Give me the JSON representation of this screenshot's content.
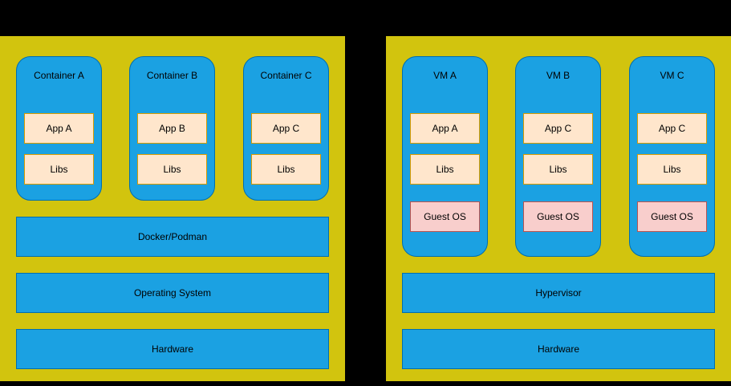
{
  "colors": {
    "bg": "#000000",
    "panel": "#d2c40e",
    "shape": "#1ba1e2",
    "shape-border": "#006eaf",
    "app-fill": "#ffe6cc",
    "app-border": "#d79b00",
    "guest-fill": "#f8cecc",
    "guest-border": "#b85450",
    "text": "#000000"
  },
  "left": {
    "containers": [
      {
        "title": "Container A",
        "app": "App A",
        "libs": "Libs"
      },
      {
        "title": "Container B",
        "app": "App B",
        "libs": "Libs"
      },
      {
        "title": "Container C",
        "app": "App C",
        "libs": "Libs"
      }
    ],
    "layers": [
      "Docker/Podman",
      "Operating System",
      "Hardware"
    ]
  },
  "right": {
    "vms": [
      {
        "title": "VM A",
        "app": "App A",
        "libs": "Libs",
        "guest_os": "Guest OS"
      },
      {
        "title": "VM B",
        "app": "App C",
        "libs": "Libs",
        "guest_os": "Guest OS"
      },
      {
        "title": "VM C",
        "app": "App C",
        "libs": "Libs",
        "guest_os": "Guest OS"
      }
    ],
    "layers": [
      "Hypervisor",
      "Hardware"
    ]
  }
}
